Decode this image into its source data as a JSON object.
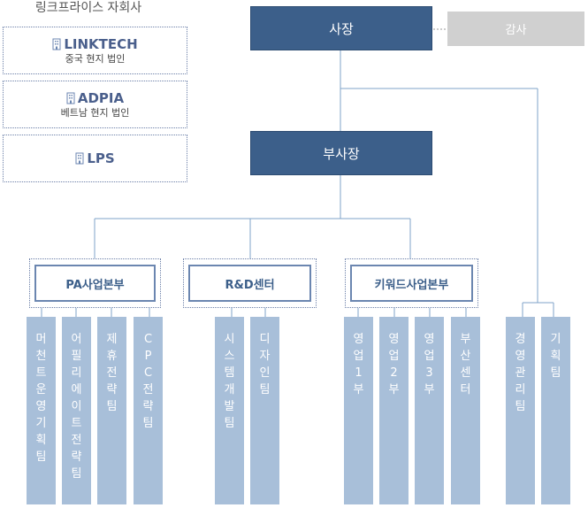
{
  "subsidiaries": {
    "title": "링크프라이스 자회사",
    "items": [
      {
        "name": "LINKTECH",
        "desc": "중국 현지 법인"
      },
      {
        "name": "ADPIA",
        "desc": "베트남 현지 법인"
      },
      {
        "name": "LPS",
        "desc": ""
      }
    ]
  },
  "org": {
    "ceo": "사장",
    "audit": "감사",
    "vp": "부사장",
    "divisions": [
      {
        "name": "PA사업본부",
        "teams": [
          "머천트운영기획팀",
          "어필리에이트전략팀",
          "제휴전략팀",
          "CPC전략팀"
        ]
      },
      {
        "name": "R&D센터",
        "teams": [
          "시스템개발팀",
          "디자인팀"
        ]
      },
      {
        "name": "키워드사업본부",
        "teams": [
          "영업1부",
          "영업2부",
          "영업3부",
          "부산센터"
        ]
      }
    ],
    "direct_teams": [
      "경영관리팀",
      "기획팀"
    ]
  },
  "colors": {
    "main_box": "#3c5f8a",
    "team_box": "#a8bfd9",
    "audit_box": "#d0d0d0",
    "line": "#7fa3c8"
  }
}
